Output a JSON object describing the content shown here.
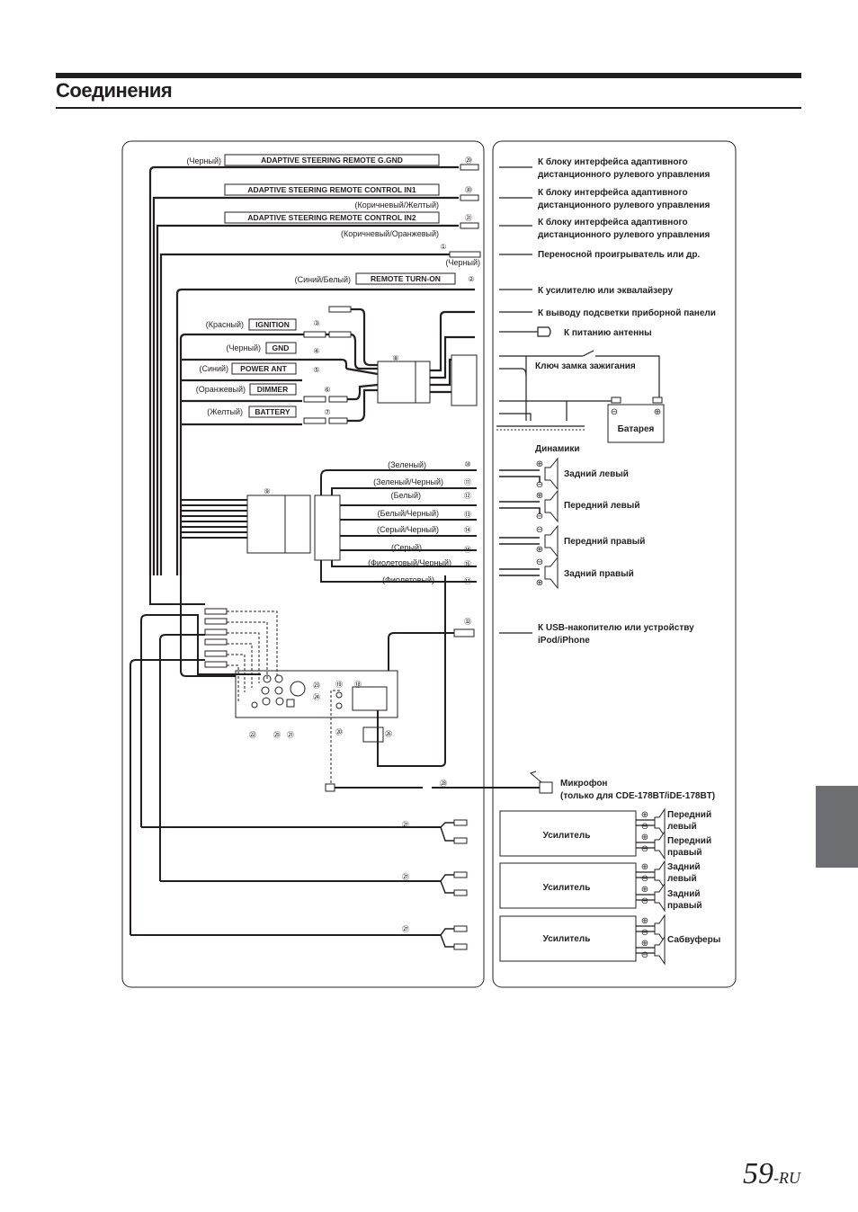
{
  "page": {
    "title": "Соединения",
    "page_number": "59",
    "page_suffix": "-RU"
  },
  "left_wires": {
    "black_color": "(Черный)",
    "adaptive_gnd": "ADAPTIVE STEERING REMOTE G.GND",
    "adaptive_in1": "ADAPTIVE STEERING REMOTE CONTROL IN1",
    "brown_yellow": "(Коричневый/Желтый)",
    "adaptive_in2": "ADAPTIVE STEERING REMOTE CONTROL IN2",
    "brown_orange": "(Коричневый/Оранжевый)",
    "black_aux": "(Черный)",
    "blue_white": "(Синий/Белый)",
    "remote_turn_on": "REMOTE TURN-ON",
    "red": "(Красный)",
    "ignition": "IGNITION",
    "black_gnd": "(Черный)",
    "gnd": "GND",
    "blue": "(Синий)",
    "power_ant": "POWER ANT",
    "orange": "(Оранжевый)",
    "dimmer": "DIMMER",
    "yellow": "(Желтый)",
    "battery": "BATTERY"
  },
  "speaker_wires": [
    {
      "color": "(Зеленый)",
      "num": "⑩"
    },
    {
      "color": "(Зеленый/Черный)",
      "num": "⑪"
    },
    {
      "color": "(Белый)",
      "num": "⑫"
    },
    {
      "color": "(Белый/Черный)",
      "num": "⑬"
    },
    {
      "color": "(Серый/Черный)",
      "num": "⑭"
    },
    {
      "color": "(Серый)",
      "num": "⑮"
    },
    {
      "color": "(Фиолетовый/Черный)",
      "num": "⑯"
    },
    {
      "color": "(Фиолетовый)",
      "num": "⑰"
    }
  ],
  "numbers": {
    "n1": "①",
    "n2": "②",
    "n3": "③",
    "n4": "④",
    "n5": "⑤",
    "n6": "⑥",
    "n7": "⑦",
    "n8": "⑧",
    "n9": "⑨",
    "n18": "⑱",
    "n19": "⑲",
    "n20": "⑳",
    "n21": "㉑",
    "n22": "㉒",
    "n23": "㉓",
    "n24": "㉔",
    "n25": "㉕",
    "n26": "㉖",
    "n27": "㉗",
    "n28": "㉘",
    "n29": "㉙",
    "n30": "㉚",
    "n31": "㉛",
    "n32": "㉜"
  },
  "right_labels": {
    "adaptive_1_line1": "К блоку интерфейса адаптивного",
    "adaptive_1_line2": "дистанционного рулевого управления",
    "adaptive_2_line1": "К блоку интерфейса адаптивного",
    "adaptive_2_line2": "дистанционного рулевого управления",
    "adaptive_3_line1": "К блоку интерфейса адаптивного",
    "adaptive_3_line2": "дистанционного рулевого управления",
    "portable_player": "Переносной проигрыватель или др.",
    "amp_eq": "К усилителю или эквалайзеру",
    "dash_light": "К выводу подсветки приборной панели",
    "antenna_power": "К питанию антенны",
    "ignition_key": "Ключ замка зажигания",
    "battery": "Батарея",
    "speakers": "Динамики",
    "rear_left": "Задний левый",
    "front_left": "Передний левый",
    "front_right": "Передний правый",
    "rear_right": "Задний правый",
    "usb_line1": "К USB-накопителю или устройству",
    "usb_line2": "iPod/iPhone",
    "mic_line1": "Микрофон",
    "mic_line2": "(только для CDE-178BT/iDE-178BT)",
    "amplifier_1": "Усилитель",
    "amplifier_2": "Усилитель",
    "amplifier_3": "Усилитель",
    "amp_front_left_1": "Передний",
    "amp_front_left_2": "левый",
    "amp_front_right_1": "Передний",
    "amp_front_right_2": "правый",
    "amp_rear_left_1": "Задний",
    "amp_rear_left_2": "левый",
    "amp_rear_right_1": "Задний",
    "amp_rear_right_2": "правый",
    "subwoofers": "Сабвуферы"
  }
}
